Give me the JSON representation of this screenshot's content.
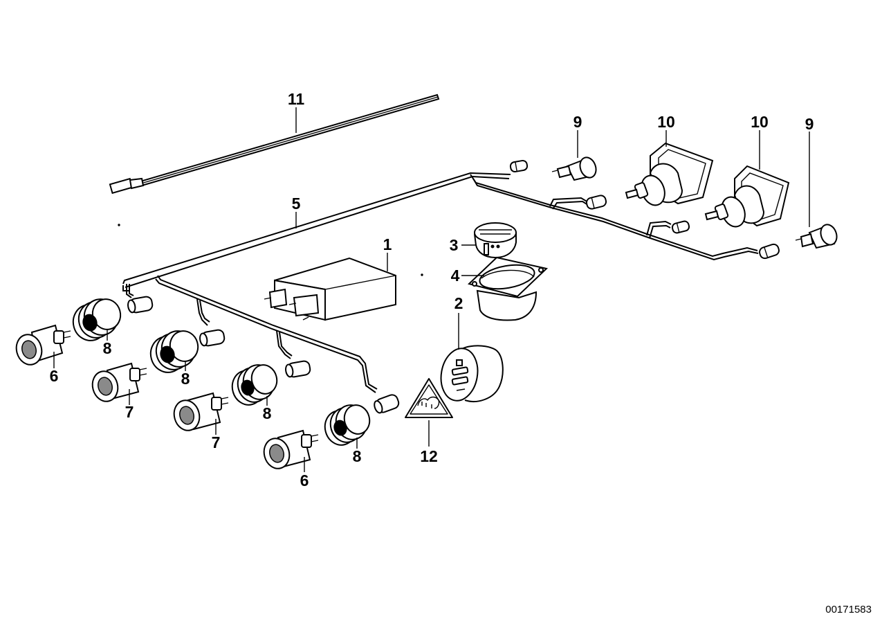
{
  "callouts": {
    "c1": "1",
    "c2": "2",
    "c3": "3",
    "c4": "4",
    "c5": "5",
    "c6a": "6",
    "c6b": "6",
    "c7a": "7",
    "c7b": "7",
    "c8a": "8",
    "c8b": "8",
    "c8c": "8",
    "c8d": "8",
    "c9a": "9",
    "c9b": "9",
    "c10a": "10",
    "c10b": "10",
    "c11": "11",
    "c12": "12"
  },
  "document_id": "00171583"
}
